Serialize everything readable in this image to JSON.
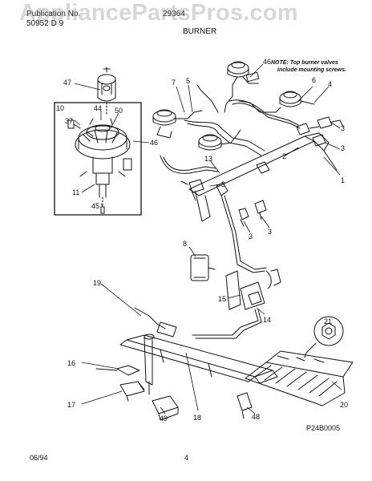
{
  "header": {
    "publication_label": "Publication No.",
    "publication_number": "50952 D 9",
    "model": "29364",
    "section_title": "BURNER"
  },
  "watermark": "AppliancePartsPros.com",
  "note": {
    "line1": "NOTE: Top burner valves",
    "line2": "include mounting screws."
  },
  "callouts": {
    "c47": "47",
    "c10": "10",
    "c44": "44",
    "c50": "50",
    "c37": "37",
    "c46a": "46",
    "c11": "11",
    "c45": "45",
    "c7": "7",
    "c5": "5",
    "c46b": "46",
    "c6": "6",
    "c4": "4",
    "c3a": "3",
    "c3b": "3",
    "c3c": "3",
    "c2": "2",
    "c1": "1",
    "c13": "13",
    "c3d": "3",
    "c3e": "3",
    "c8": "8",
    "c19": "19",
    "c15": "15",
    "c14": "14",
    "c21": "21",
    "c16": "16",
    "c17": "17",
    "c49": "49",
    "c18": "18",
    "c48": "48",
    "c20": "20"
  },
  "diagram_code": "P24B0005",
  "footer": {
    "date": "06/94",
    "page": "4"
  },
  "colors": {
    "ink": "#111111",
    "watermark": "#969696"
  }
}
